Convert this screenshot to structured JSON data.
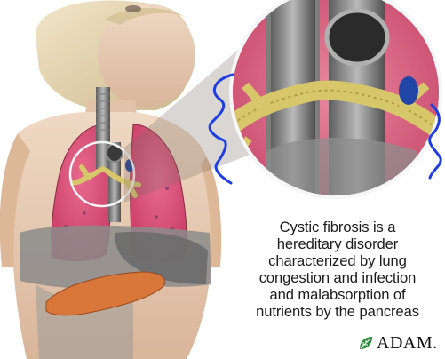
{
  "caption": {
    "lines": [
      "Cystic fibrosis is a",
      "hereditary disorder",
      "characterized by lung",
      "congestion and infection",
      "and malabsorption of",
      "nutrients by the pancreas"
    ]
  },
  "logo": {
    "text": "ADAM.",
    "icon": "leaf-logo-icon",
    "color": "#2a8a3a"
  },
  "colors": {
    "lung": "#d94f78",
    "airway": "#d8c76a",
    "annotation": "#1f3ee0",
    "pancreas": "#d9773a"
  }
}
